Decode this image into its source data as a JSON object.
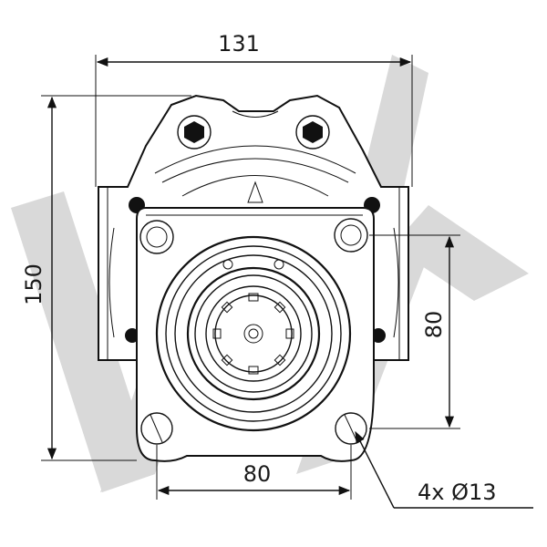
{
  "drawing": {
    "dim_width_top": "131",
    "dim_height_left": "150",
    "dim_height_right": "80",
    "dim_width_bottom": "80",
    "hole_callout": "4x Ø13"
  },
  "watermark": {
    "style": "diagonal-logo",
    "color": "#d9d9d9"
  },
  "colors": {
    "ink": "#111111",
    "background": "#ffffff"
  }
}
